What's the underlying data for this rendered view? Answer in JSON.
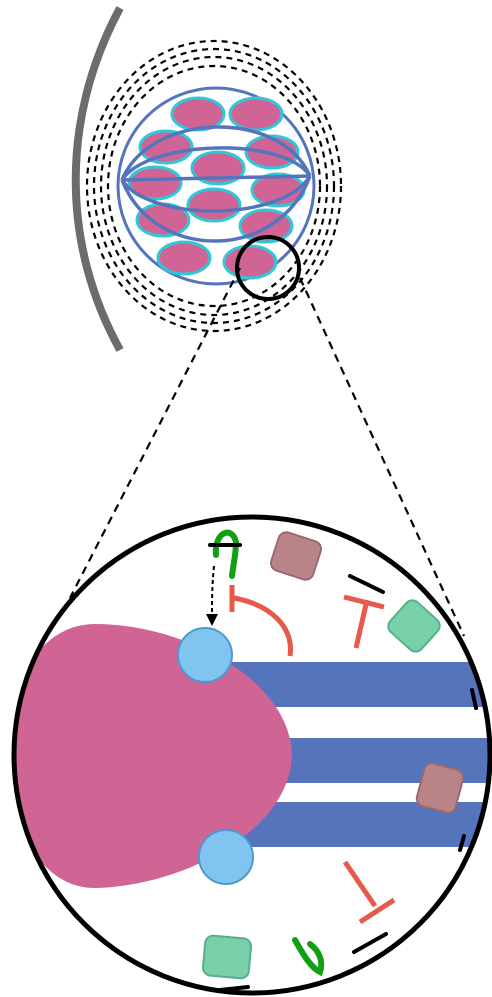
{
  "figure": {
    "has_text": false,
    "palette": {
      "chromosome_pink": "#d06494",
      "chromosome_outline": "#30c8d8",
      "spindle_blue": "#5674bc",
      "kinetochore_blue": "#82c4f0",
      "kinetochore_outline": "#4a9ad0",
      "inhibitor_red": "#e55a4a",
      "activator_green": "#12a012",
      "protein_teal": "#78d0aa",
      "protein_mauve": "#b88488",
      "cell_wall_gray": "#6c6c6c",
      "outline_black": "#000000"
    },
    "icons": [
      "cell-membrane-arc",
      "spindle-sphere",
      "halo-dashes",
      "magnifier-circle",
      "zoom-guide-lines",
      "chromosome-body",
      "kinetochore-circles",
      "microtubule-bars",
      "inhibition-arrows",
      "activation-hooks",
      "protein-squares"
    ]
  }
}
